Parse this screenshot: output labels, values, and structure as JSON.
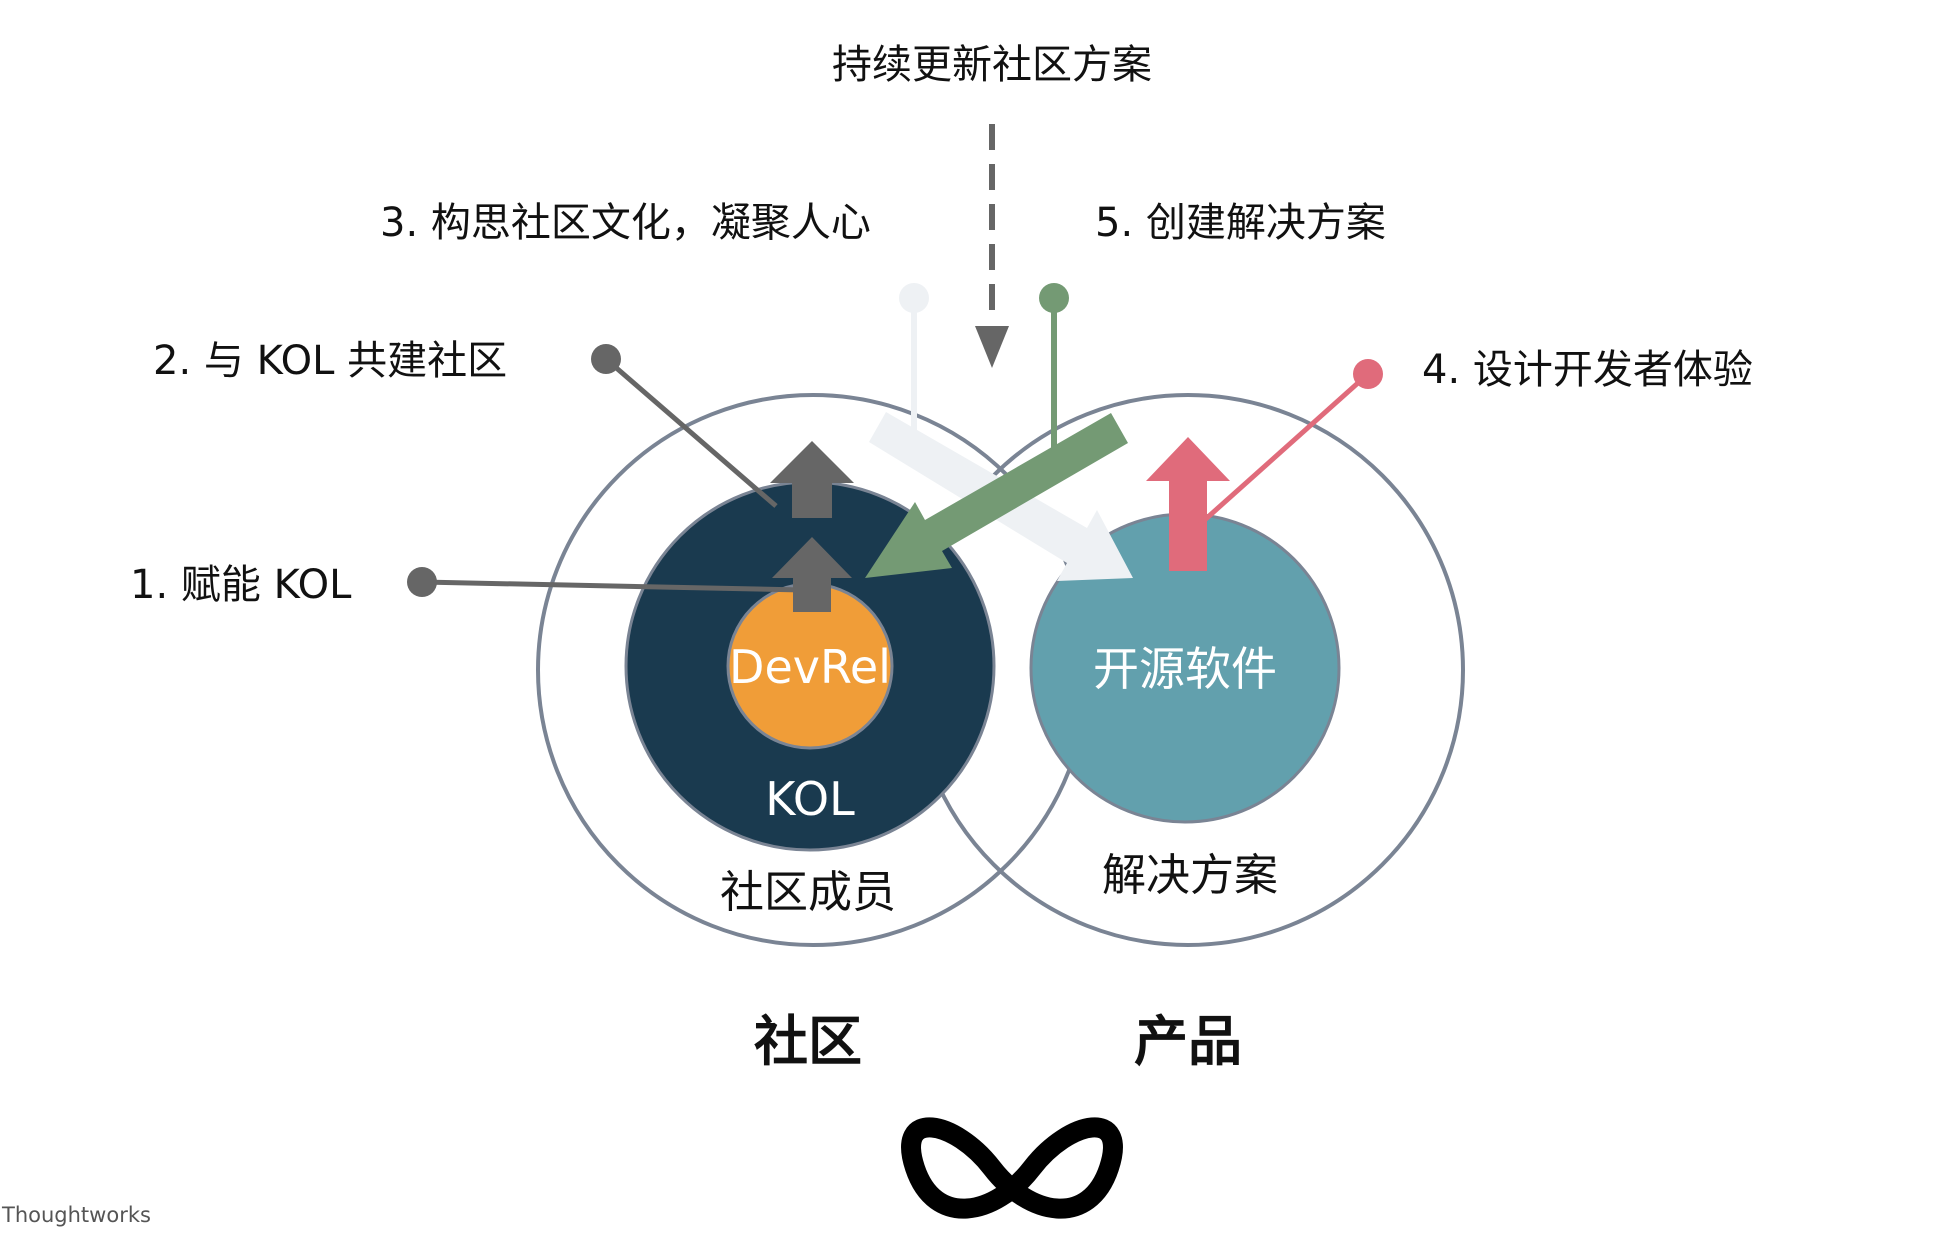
{
  "colors": {
    "ring_stroke": "#7a8494",
    "kol_circle": "#1a3a4f",
    "devrel_circle": "#f09d38",
    "oss_circle": "#62a0ad",
    "gray_arrow": "#666666",
    "green_arrow": "#749a74",
    "pink_arrow": "#e06b7b",
    "light_arrow": "#eef1f4"
  },
  "top_label": "持续更新社区方案",
  "steps": [
    {
      "id": "step1",
      "label": "1. 赋能 KOL"
    },
    {
      "id": "step2",
      "label": "2. 与 KOL 共建社区"
    },
    {
      "id": "step3",
      "label": "3. 构思社区文化，凝聚人心"
    },
    {
      "id": "step4",
      "label": "4. 设计开发者体验"
    },
    {
      "id": "step5",
      "label": "5. 创建解决方案"
    }
  ],
  "circles": {
    "devrel": "DevRel",
    "kol": "KOL",
    "community_members": "社区成员",
    "open_source": "开源软件",
    "solutions": "解决方案"
  },
  "sections": {
    "community": "社区",
    "product": "产品"
  },
  "icons": {
    "infinity": "infinity-icon"
  },
  "watermark": "Thoughtworks"
}
